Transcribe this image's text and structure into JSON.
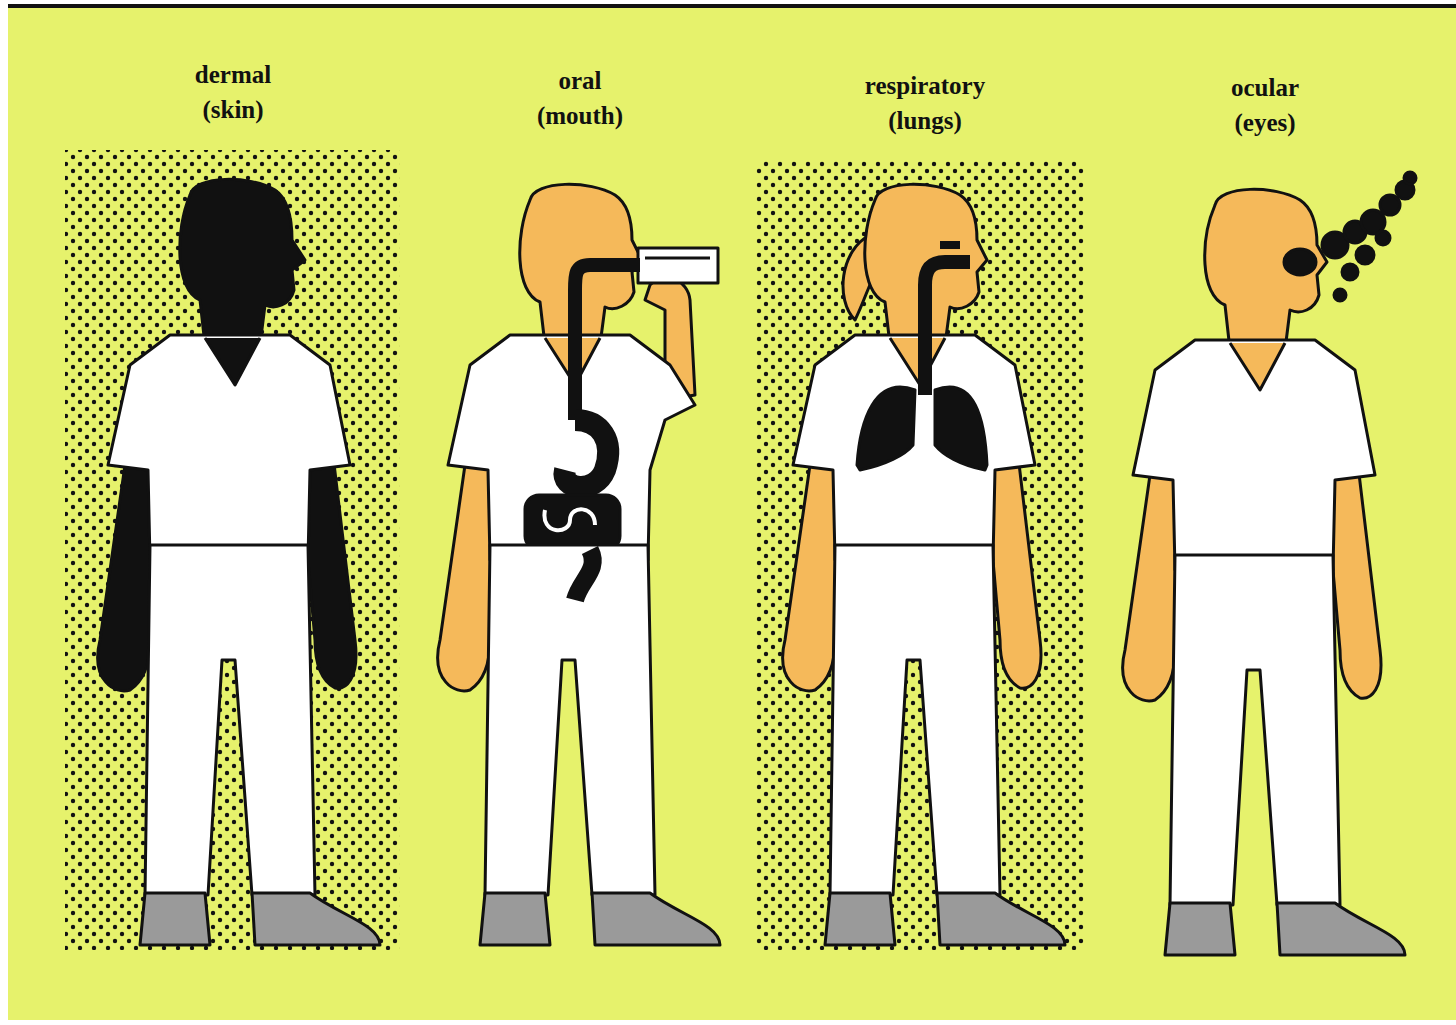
{
  "diagram": {
    "labels": [
      "dermal",
      "(skin)",
      "oral",
      "(mouth)",
      "respiratory",
      "(lungs)",
      "ocular",
      "(eyes)"
    ]
  }
}
